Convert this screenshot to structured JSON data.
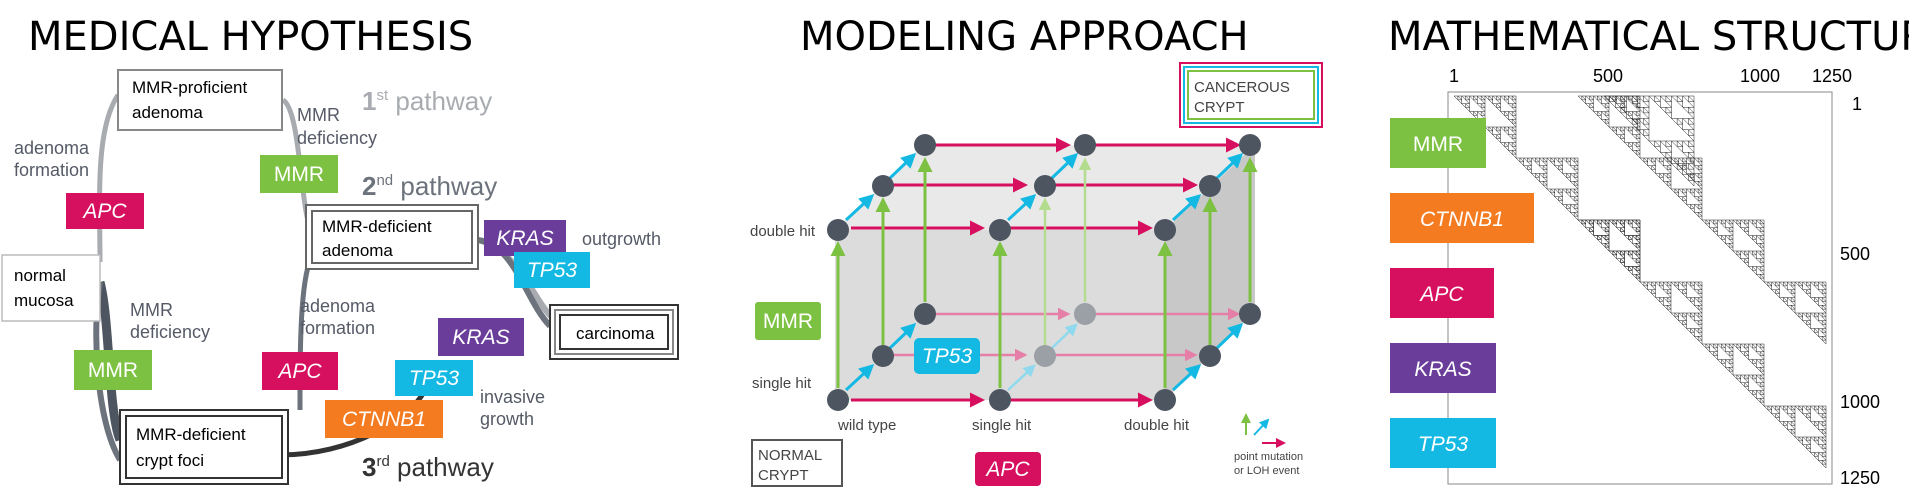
{
  "titles": {
    "medical": "MEDICAL HYPOTHESIS",
    "modeling": "MODELING APPROACH",
    "math": "MATHEMATICAL STRUCTURE"
  },
  "medical": {
    "nodes": {
      "mmr_proficient_1": "MMR-proficient",
      "mmr_proficient_2": "adenoma",
      "mmr_deficient_adenoma_1": "MMR-deficient",
      "mmr_deficient_adenoma_2": "adenoma",
      "normal_1": "normal",
      "normal_2": "mucosa",
      "crypt_foci_1": "MMR-deficient",
      "crypt_foci_2": "crypt foci",
      "carcinoma": "carcinoma"
    },
    "labels": {
      "adenoma_formation_1a": "adenoma",
      "adenoma_formation_1b": "formation",
      "mmr_def_top_a": "MMR",
      "mmr_def_top_b": "deficiency",
      "mmr_def_left_a": "MMR",
      "mmr_def_left_b": "deficiency",
      "adenoma_formation_2a": "adenoma",
      "adenoma_formation_2b": "formation",
      "outgrowth": "outgrowth",
      "invasive_a": "invasive",
      "invasive_b": "growth"
    },
    "genes": {
      "apc_1": "APC",
      "mmr_1": "MMR",
      "kras_1": "KRAS",
      "tp53_1": "TP53",
      "mmr_2": "MMR",
      "apc_2": "APC",
      "kras_2": "KRAS",
      "tp53_2": "TP53",
      "ctnnb1": "CTNNB1"
    },
    "pathways": {
      "p1_num": "1",
      "p1_sup": "st",
      "p1_word": " pathway",
      "p2_num": "2",
      "p2_sup": "nd",
      "p2_word": " pathway",
      "p3_num": "3",
      "p3_sup": "rd",
      "p3_word": " pathway"
    }
  },
  "modeling": {
    "cancerous_1": "CANCEROUS",
    "cancerous_2": "CRYPT",
    "normal_1": "NORMAL",
    "normal_2": "CRYPT",
    "double_hit_left": "double hit",
    "single_hit_left": "single hit",
    "wild_type": "wild type",
    "single_hit_bottom": "single hit",
    "double_hit_bottom": "double hit",
    "gene_mmr": "MMR",
    "gene_tp53": "TP53",
    "gene_apc": "APC",
    "legend_1": "point mutation",
    "legend_2": "or LOH event"
  },
  "math": {
    "ticks_top": [
      "1",
      "500",
      "1000",
      "1250"
    ],
    "ticks_right": [
      "1",
      "500",
      "1000",
      "1250"
    ],
    "genes": [
      "MMR",
      "CTNNB1",
      "APC",
      "KRAS",
      "TP53"
    ]
  },
  "colors": {
    "mmr": "#7dc142",
    "ctnnb1": "#f47b20",
    "apc": "#d6105f",
    "kras": "#6a3d9a",
    "tp53": "#14b9e3",
    "node": "#4d5560",
    "arrow_magenta": "#d6105f",
    "arrow_green": "#7dc142",
    "arrow_blue": "#14b9e3"
  }
}
